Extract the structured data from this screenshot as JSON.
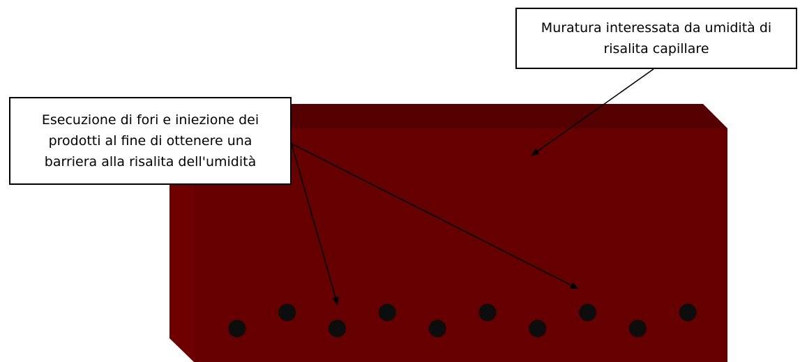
{
  "colors": {
    "wall_front": "#660000",
    "wall_top": "#550000",
    "wall_side": "#6e0000",
    "hole": "#0d0d0d",
    "line": "#000000"
  },
  "callouts": {
    "wall": {
      "line1": "Muratura interessata da umidità di",
      "line2": "risalita capillare"
    },
    "holes": {
      "line1": "Esecuzione di fori e iniezione dei",
      "line2": "prodotti al fine di ottenere una",
      "line3": "barriera alla risalita dell'umidità"
    }
  },
  "holes": {
    "count": 10
  }
}
